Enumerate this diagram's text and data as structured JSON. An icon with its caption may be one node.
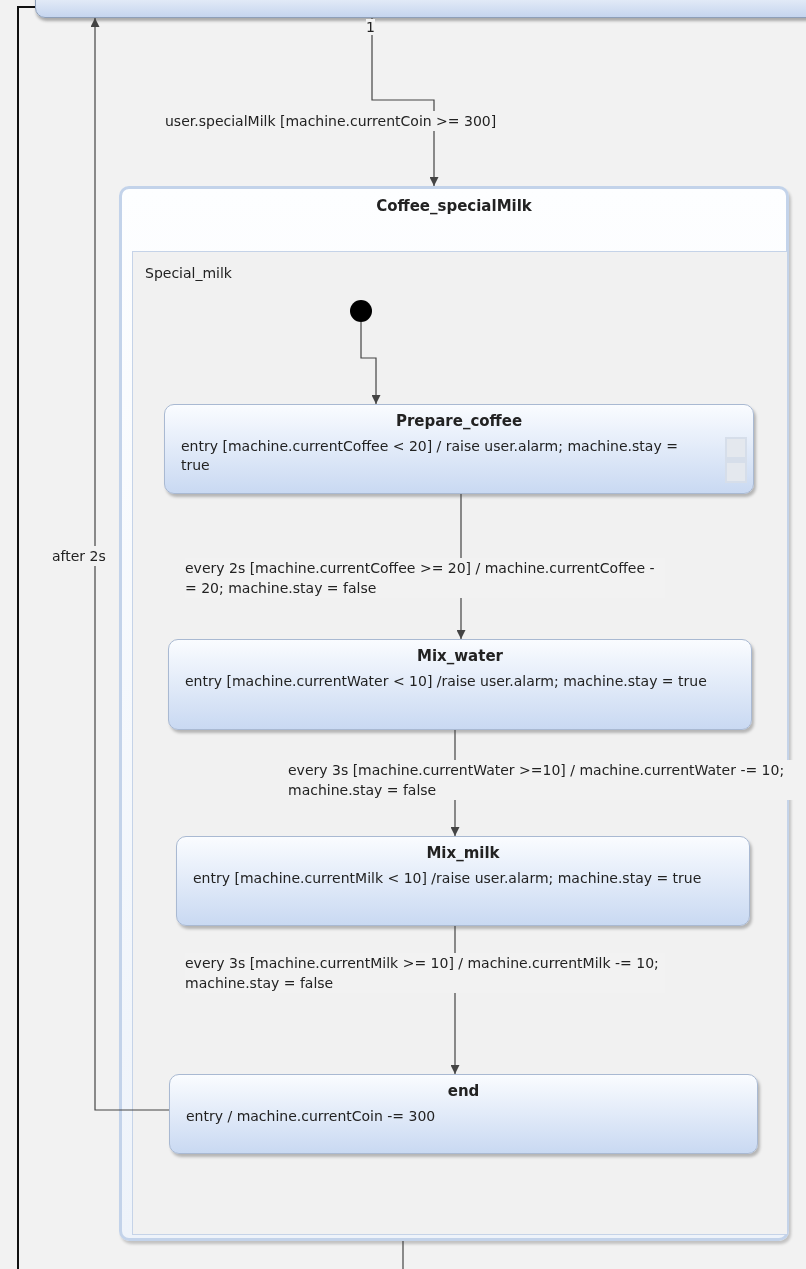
{
  "diagram": {
    "nodes": [
      {
        "text": [],
        "shape": "box"
      },
      {
        "text": [
          "Coffee_specialMilk"
        ]
      },
      {
        "text": [
          "Special_milk"
        ],
        "in": 1
      },
      {
        "text": [],
        "shape": "circle",
        "in": 2
      },
      {
        "text": [
          "Prepare_coffee",
          "entry [machine.currentCoffee < 20] / raise user.alarm; machine.stay = true"
        ],
        "in": 2
      },
      {
        "text": [
          "Mix_water",
          "entry [machine.currentWater < 10] /raise user.alarm; machine.stay = true"
        ],
        "in": 2
      },
      {
        "text": [
          "Mix_milk",
          "entry [machine.currentMilk < 10] /raise user.alarm; machine.stay = true"
        ],
        "in": 2
      },
      {
        "text": [
          "end",
          "entry / machine.currentCoin -= 300"
        ],
        "in": 2
      }
    ],
    "edges": [
      {
        "from": 0,
        "to": 1,
        "arrow": "to",
        "label": "user.specialMilk [machine.currentCoin >= 300]"
      },
      {
        "from": 3,
        "to": 4,
        "arrow": "to"
      },
      {
        "from": 4,
        "to": 5,
        "arrow": "to",
        "label": "every 2s [machine.currentCoffee >= 20] / machine.currentCoffee -= 20; machine.stay = false"
      },
      {
        "from": 5,
        "to": 6,
        "arrow": "to",
        "label": "every 3s [machine.currentWater >=10] / machine.currentWater -= 10; machine.stay = false"
      },
      {
        "from": 6,
        "to": 7,
        "arrow": "to",
        "label": "every 3s [machine.currentMilk >= 10] / machine.currentMilk -= 10; machine.stay = false"
      },
      {
        "from": 7,
        "to": 0,
        "arrow": "to",
        "label": "after 2s"
      },
      {
        "from": 1,
        "to": null,
        "arrow": "none"
      }
    ],
    "labels": [
      "1"
    ]
  }
}
